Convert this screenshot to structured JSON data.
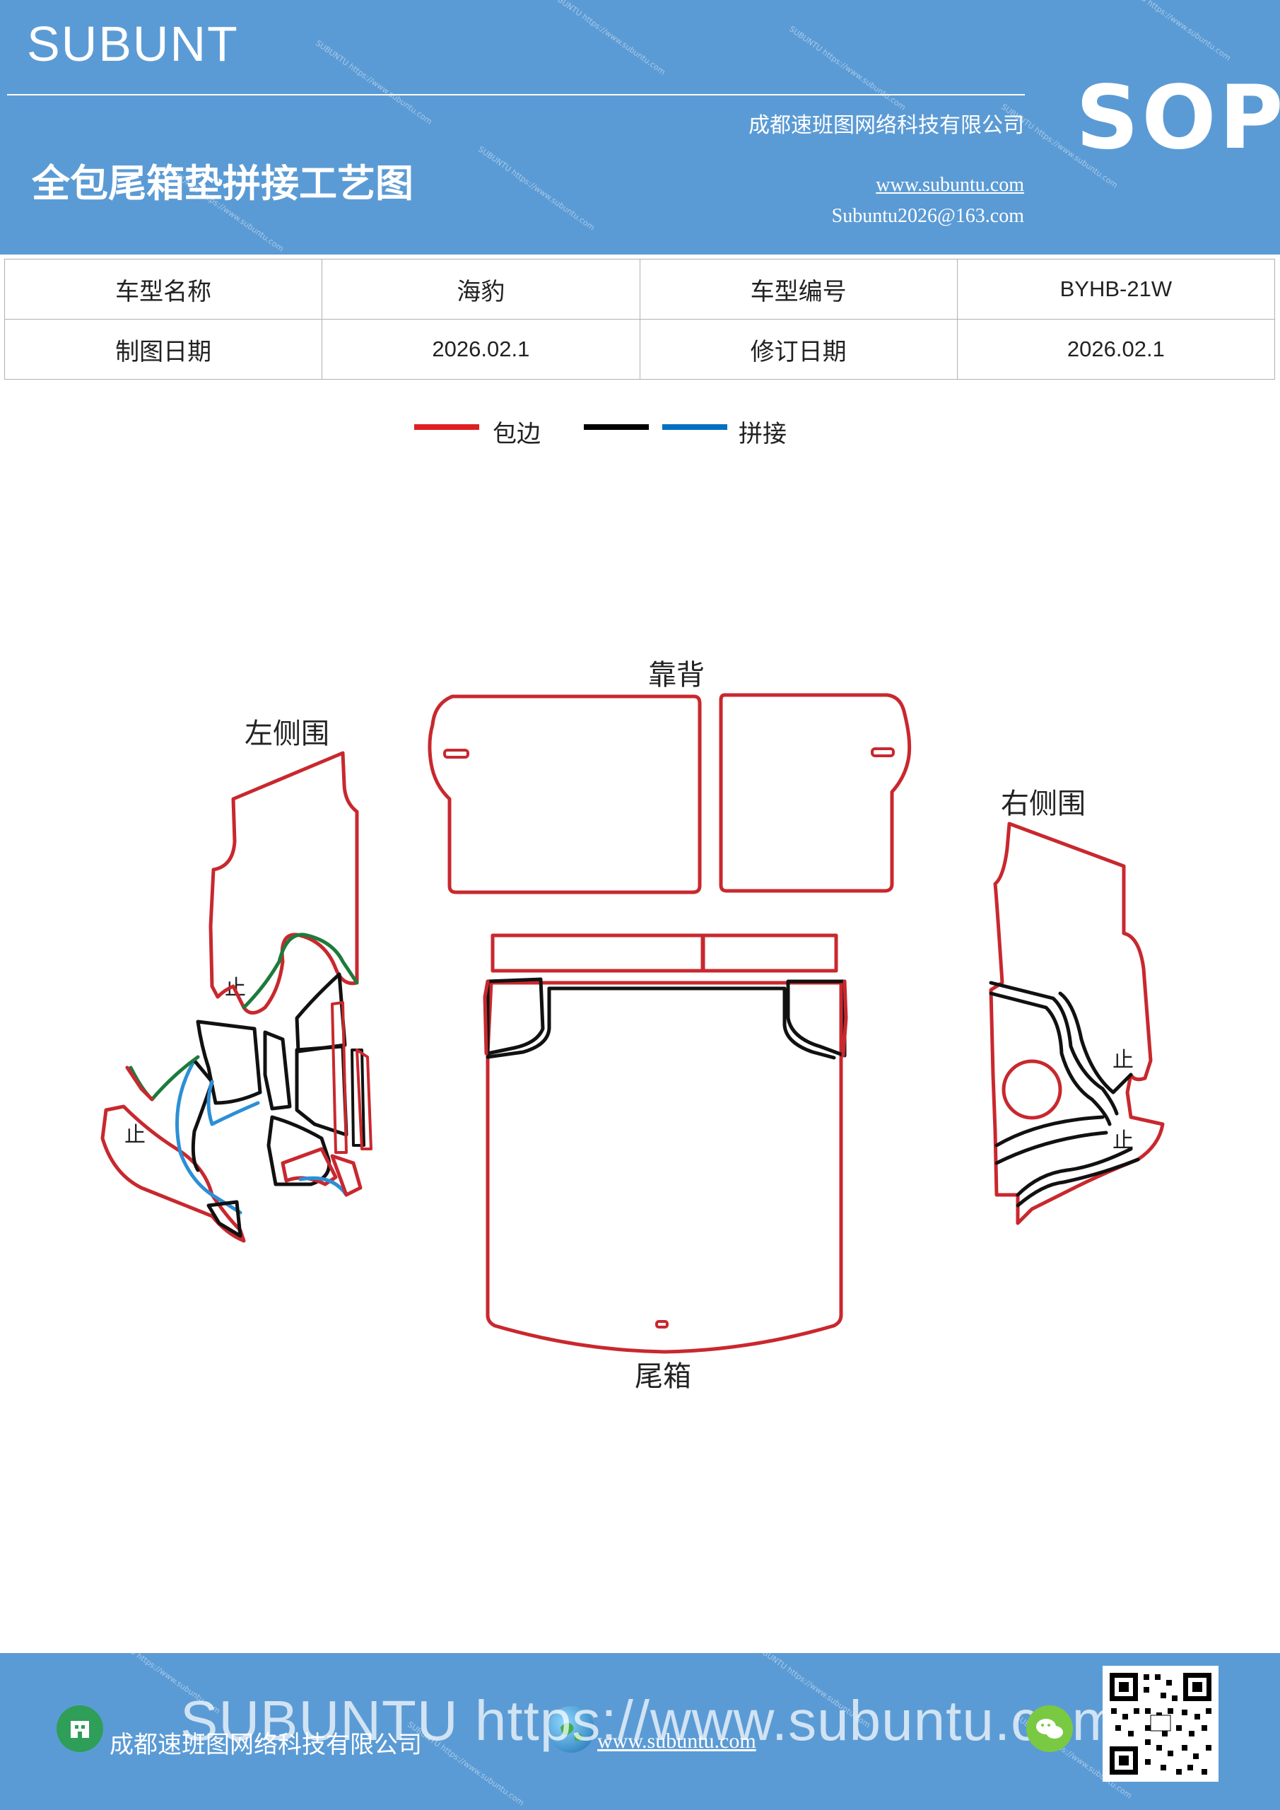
{
  "header": {
    "brand": "SUBUNT",
    "title": "全包尾箱垫拼接工艺图",
    "company": "成都速班图网络科技有限公司",
    "website": "www.subuntu.com",
    "email": "Subuntu2026@163.com",
    "badge": "SOP",
    "watermark_text": "SUBUNTU https://www.subuntu.com"
  },
  "info_table": {
    "row1": {
      "label1": "车型名称",
      "value1": "海豹",
      "label2": "车型编号",
      "value2": "BYHB-21W"
    },
    "row2": {
      "label1": "制图日期",
      "value1": "2026.02.1",
      "label2": "修订日期",
      "value2": "2026.02.1"
    }
  },
  "legend": {
    "edge_label": "包边",
    "join_label": "拼接",
    "colors": {
      "edge": "#e02020",
      "black": "#000000",
      "join": "#0070c0"
    }
  },
  "diagram": {
    "labels": {
      "backrest": "靠背",
      "left_side": "左侧围",
      "right_side": "右侧围",
      "trunk": "尾箱",
      "stop_mark": "止"
    },
    "colors": {
      "edge": "#c8282e",
      "seam": "#111111",
      "join": "#2b8fd6",
      "green": "#1e7a3c"
    }
  },
  "footer": {
    "company": "成都速班图网络科技有限公司",
    "website": "www.subuntu.com",
    "watermark": "SUBUNTU https://www.subuntu.com"
  }
}
